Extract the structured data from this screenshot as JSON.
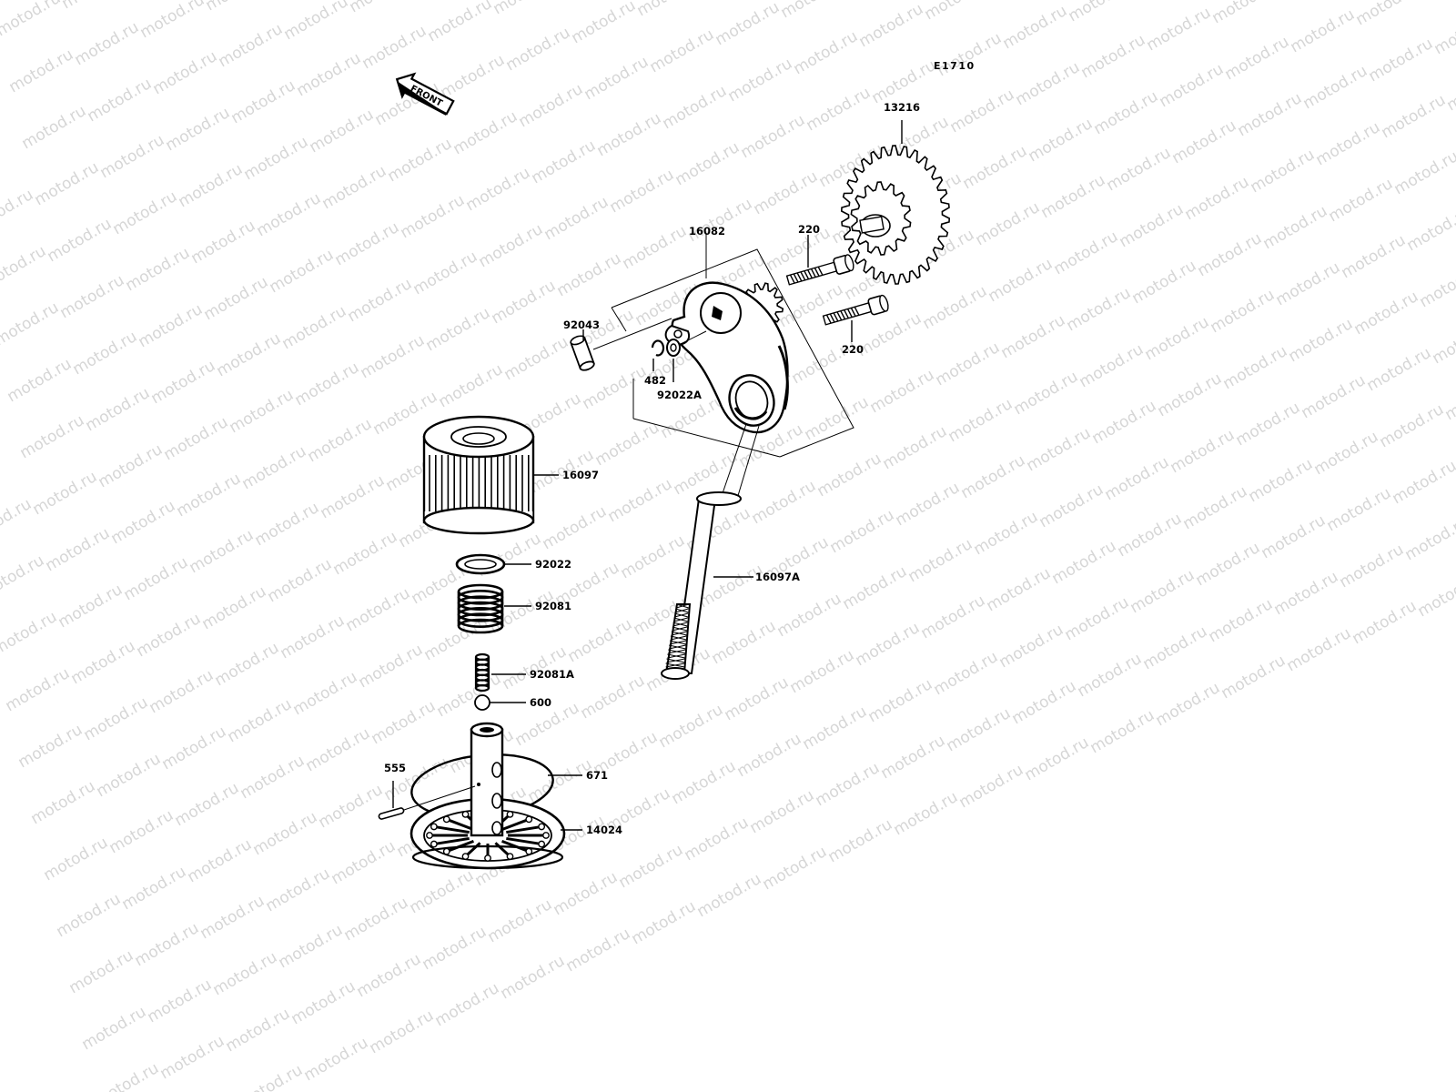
{
  "diagram": {
    "code": "E1710",
    "front_label": "FRONT",
    "watermark": "motod.ru",
    "parts": {
      "p13216": "13216",
      "p16082": "16082",
      "p220a": "220",
      "p220b": "220",
      "p92043": "92043",
      "p482": "482",
      "p92022A": "92022A",
      "p16097": "16097",
      "p16097A": "16097A",
      "p92022": "92022",
      "p92081": "92081",
      "p92081A": "92081A",
      "p600": "600",
      "p555": "555",
      "p671": "671",
      "p14024": "14024"
    }
  }
}
